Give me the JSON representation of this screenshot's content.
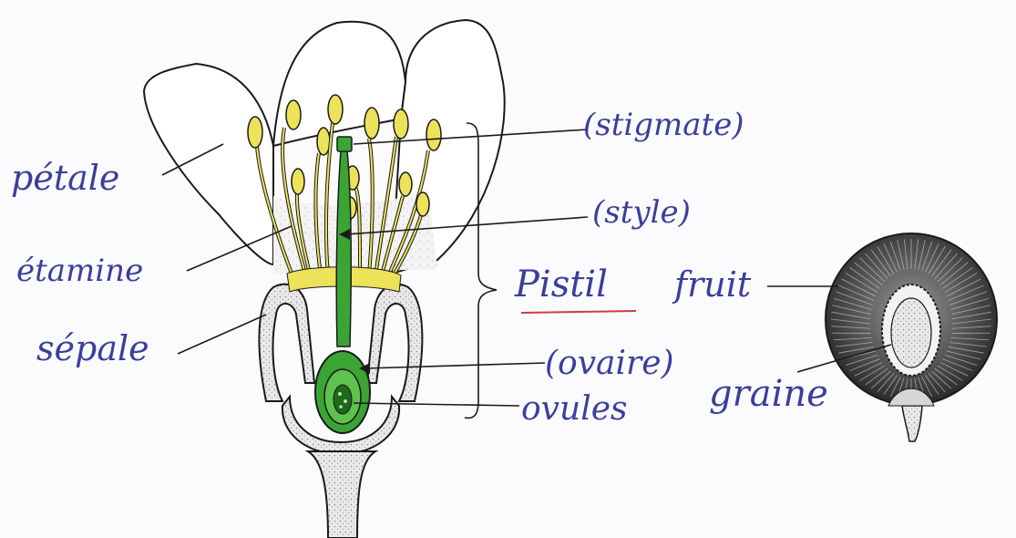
{
  "labels": {
    "petale": "pétale",
    "etamine": "étamine",
    "sepale": "sépale",
    "stigmate": "(stigmate)",
    "style": "(style)",
    "pistil": "Pistil",
    "fruit": "fruit",
    "ovaire": "(ovaire)",
    "ovules": "ovules",
    "graine": "graine"
  },
  "colors": {
    "ink": "#3a3f9c",
    "outline": "#1a1a1a",
    "stamen": "#ece35a",
    "pistil": "#3aa534",
    "underline": "#d23b3b",
    "fruit": "#3d3d3d"
  }
}
